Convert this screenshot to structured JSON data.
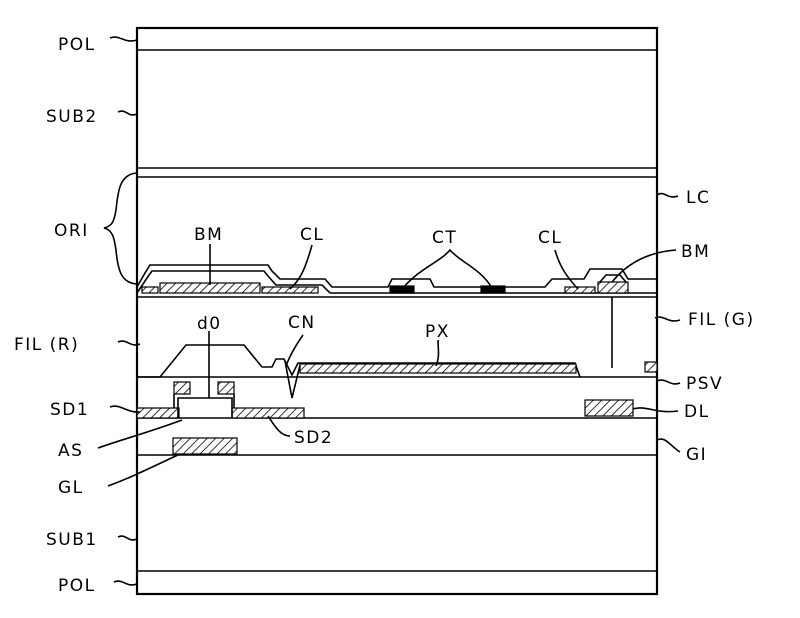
{
  "labels": {
    "pol_top": "POL",
    "sub2": "SUB2",
    "ori": "ORI",
    "lc": "LC",
    "bm_left": "BM",
    "cl_left": "CL",
    "ct": "CT",
    "cl_right": "CL",
    "bm_right": "BM",
    "fil_r": "FIL (R)",
    "d0": "d0",
    "cn": "CN",
    "px": "PX",
    "fil_g": "FIL (G)",
    "psv": "PSV",
    "sd1": "SD1",
    "dl": "DL",
    "as": "AS",
    "sd2": "SD2",
    "gi": "GI",
    "gl": "GL",
    "sub1": "SUB1",
    "pol_bottom": "POL"
  }
}
